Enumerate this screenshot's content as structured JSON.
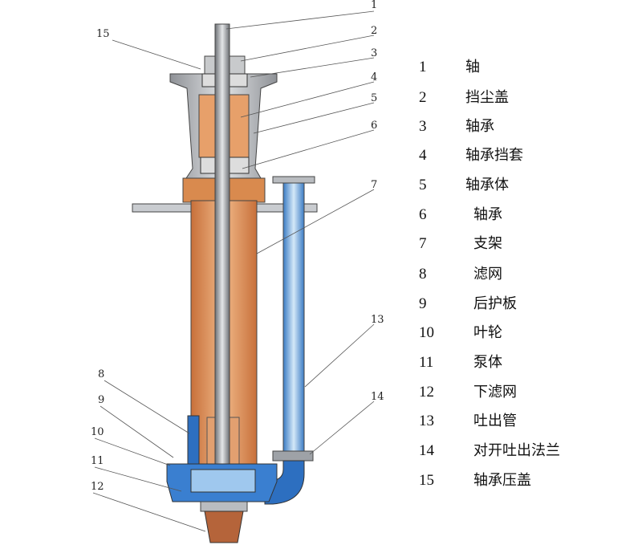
{
  "callouts": [
    "1",
    "2",
    "3",
    "4",
    "5",
    "6",
    "7",
    "8",
    "9",
    "10",
    "11",
    "12",
    "13",
    "14",
    "15"
  ],
  "legend": [
    {
      "num": "1",
      "label": "轴"
    },
    {
      "num": "2",
      "label": "挡尘盖"
    },
    {
      "num": "3",
      "label": "轴承"
    },
    {
      "num": "4",
      "label": "轴承挡套"
    },
    {
      "num": "5",
      "label": "轴承体"
    },
    {
      "num": "6",
      "label": "轴承"
    },
    {
      "num": "7",
      "label": "支架"
    },
    {
      "num": "8",
      "label": "滤网"
    },
    {
      "num": "9",
      "label": "后护板"
    },
    {
      "num": "10",
      "label": "叶轮"
    },
    {
      "num": "11",
      "label": "泵体"
    },
    {
      "num": "12",
      "label": "下滤网"
    },
    {
      "num": "13",
      "label": "吐出管"
    },
    {
      "num": "14",
      "label": "对开吐出法兰"
    },
    {
      "num": "15",
      "label": "轴承压盖"
    }
  ],
  "colors": {
    "column": "#d98a4e",
    "housing": "#b9bcc0",
    "pipe": "#5a9fd8",
    "casing": "#3a7fd0",
    "strainer": "#b5643a"
  }
}
